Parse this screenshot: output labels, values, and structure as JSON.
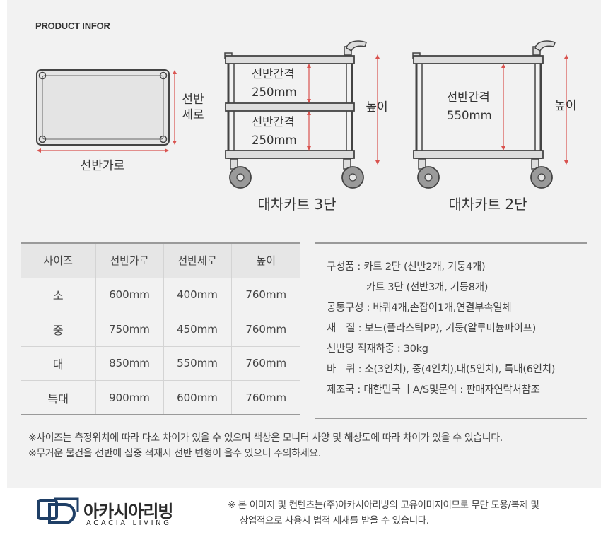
{
  "section_title": "PRODUCT INFOR",
  "diagram": {
    "shelf_width_label": "선반가로",
    "shelf_depth_label": [
      "선반",
      "세로"
    ],
    "height_label": "높이",
    "gap_label": "선반간격",
    "gap_250": "250mm",
    "gap_550": "550mm",
    "cart3_caption": "대차카트 3단",
    "cart2_caption": "대차카트 2단"
  },
  "table": {
    "headers": [
      "사이즈",
      "선반가로",
      "선반세로",
      "높이"
    ],
    "rows": [
      [
        "소",
        "600mm",
        "400mm",
        "760mm"
      ],
      [
        "중",
        "750mm",
        "450mm",
        "760mm"
      ],
      [
        "대",
        "850mm",
        "550mm",
        "760mm"
      ],
      [
        "특대",
        "900mm",
        "600mm",
        "760mm"
      ]
    ]
  },
  "info": [
    "구성품 : 카트 2단 (선반2개, 기둥4개)",
    "카트 3단 (선반3개, 기둥8개)",
    "공통구성 : 바퀴4개,손잡이1개,연결부속일체",
    "재　질 : 보드(플라스틱PP), 기둥(알루미늄파이프)",
    "선반당 적재하중 : 30kg",
    "바　퀴 : 소(3인치), 중(4인치),대(5인치), 특대(6인치)",
    "제조국 : 대한민국 ㅣA/S및문의 : 판매자연락처참조"
  ],
  "notes": [
    "※사이즈는 측정위치에 따라 다소 차이가 있을 수 있으며 색상은 모니터 사양 및 해상도에 따라 차이가 있을 수 있습니다.",
    "※무거운 물건을 선반에 집중 적재시 선반 변형이 올수 있으니 주의하세요."
  ],
  "footer": {
    "brand_ko": "아카시아리빙",
    "brand_en": "ACACIA LIVING",
    "copyright": [
      "※ 본 이미지 및 컨텐츠는(주)아카시아리빙의 고유이미지이므로 무단 도용/복제 및",
      "상업적으로 사용시  법적 제재를 받을 수 있습니다."
    ]
  },
  "colors": {
    "panel_bg": "#f2f2f2",
    "dimension_arrow": "#d9534f",
    "logo_blue": "#1f3f66"
  }
}
